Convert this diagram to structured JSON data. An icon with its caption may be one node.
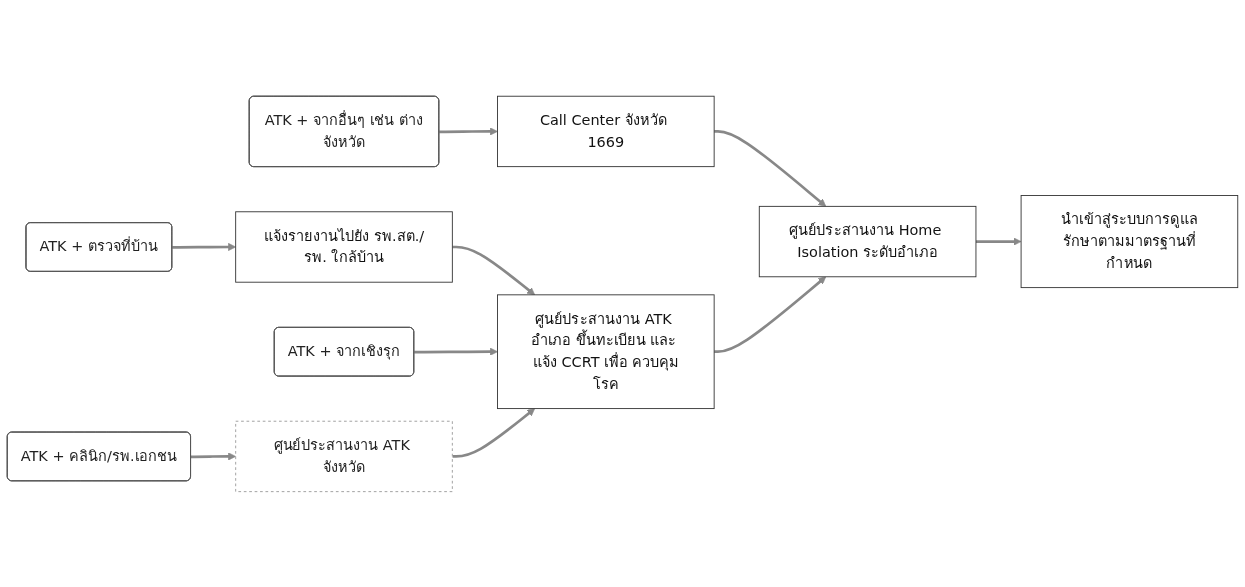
{
  "diagram": {
    "nodes": [
      {
        "text": [
          "ATK + ตรวจที่บ้าน"
        ]
      },
      {
        "text": [
          "แจ้งรายงานไปยัง รพ.สต./รพ. ใกล้บ้าน"
        ]
      },
      {
        "text": [
          "ATK + จากเชิงรุก"
        ]
      },
      {
        "text": [
          "ATK + คลินิก/รพ.เอกชน"
        ]
      },
      {
        "text": [
          "ศูนย์ประสานงาน ATK จังหวัด"
        ]
      },
      {
        "text": [
          "ATK + จากอื่นๆ เช่น ต่างจังหวัด"
        ]
      },
      {
        "text": [
          "Call Center จังหวัด 1669"
        ]
      },
      {
        "text": [
          "ศูนย์ประสานงาน ATK อำเภอ ขึ้นทะเบียน และ แจ้ง CCRT เพื่อ ควบคุมโรค"
        ]
      },
      {
        "text": [
          "ศูนย์ประสานงาน Home Isolation ระดับอำเภอ"
        ]
      },
      {
        "text": [
          "นำเข้าสู่ระบบการดูแลรักษาตามมาตรฐานที่กำหนด"
        ]
      }
    ],
    "edges": [
      {
        "from": 0,
        "to": 1,
        "arrow": "to"
      },
      {
        "from": 1,
        "to": 7,
        "arrow": "to"
      },
      {
        "from": 2,
        "to": 7,
        "arrow": "to"
      },
      {
        "from": 3,
        "to": 4,
        "arrow": "to"
      },
      {
        "from": 4,
        "to": 7,
        "arrow": "to"
      },
      {
        "from": 5,
        "to": 6,
        "arrow": "to"
      },
      {
        "from": 6,
        "to": 8,
        "arrow": "to"
      },
      {
        "from": 7,
        "to": 8,
        "arrow": "to"
      },
      {
        "from": 8,
        "to": 9,
        "arrow": "to"
      }
    ]
  }
}
